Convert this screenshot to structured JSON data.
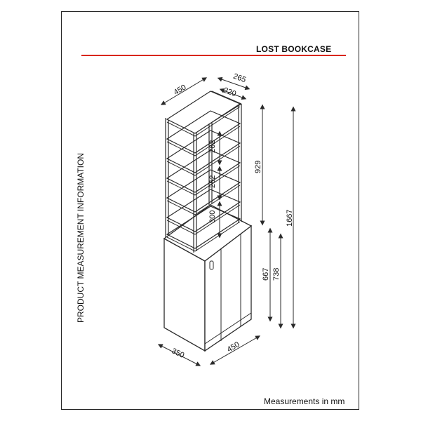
{
  "title": "LOST  BOOKCASE",
  "side_label": "PRODUCT MEASUREMENT INFORMATION",
  "footnote": "Measurements in mm",
  "colors": {
    "rule": "#d9261c",
    "ink": "#2a2a2a"
  },
  "dimensions": {
    "top_width": "450",
    "top_depth_outer": "265",
    "top_depth_inner": "220",
    "shelf_gap_1": "262",
    "shelf_gap_2": "262",
    "shelf_gap_3": "300",
    "upper_height": "929",
    "total_height": "1667",
    "cabinet_height_inner": "667",
    "cabinet_height": "738",
    "base_depth": "350",
    "base_width": "450"
  }
}
